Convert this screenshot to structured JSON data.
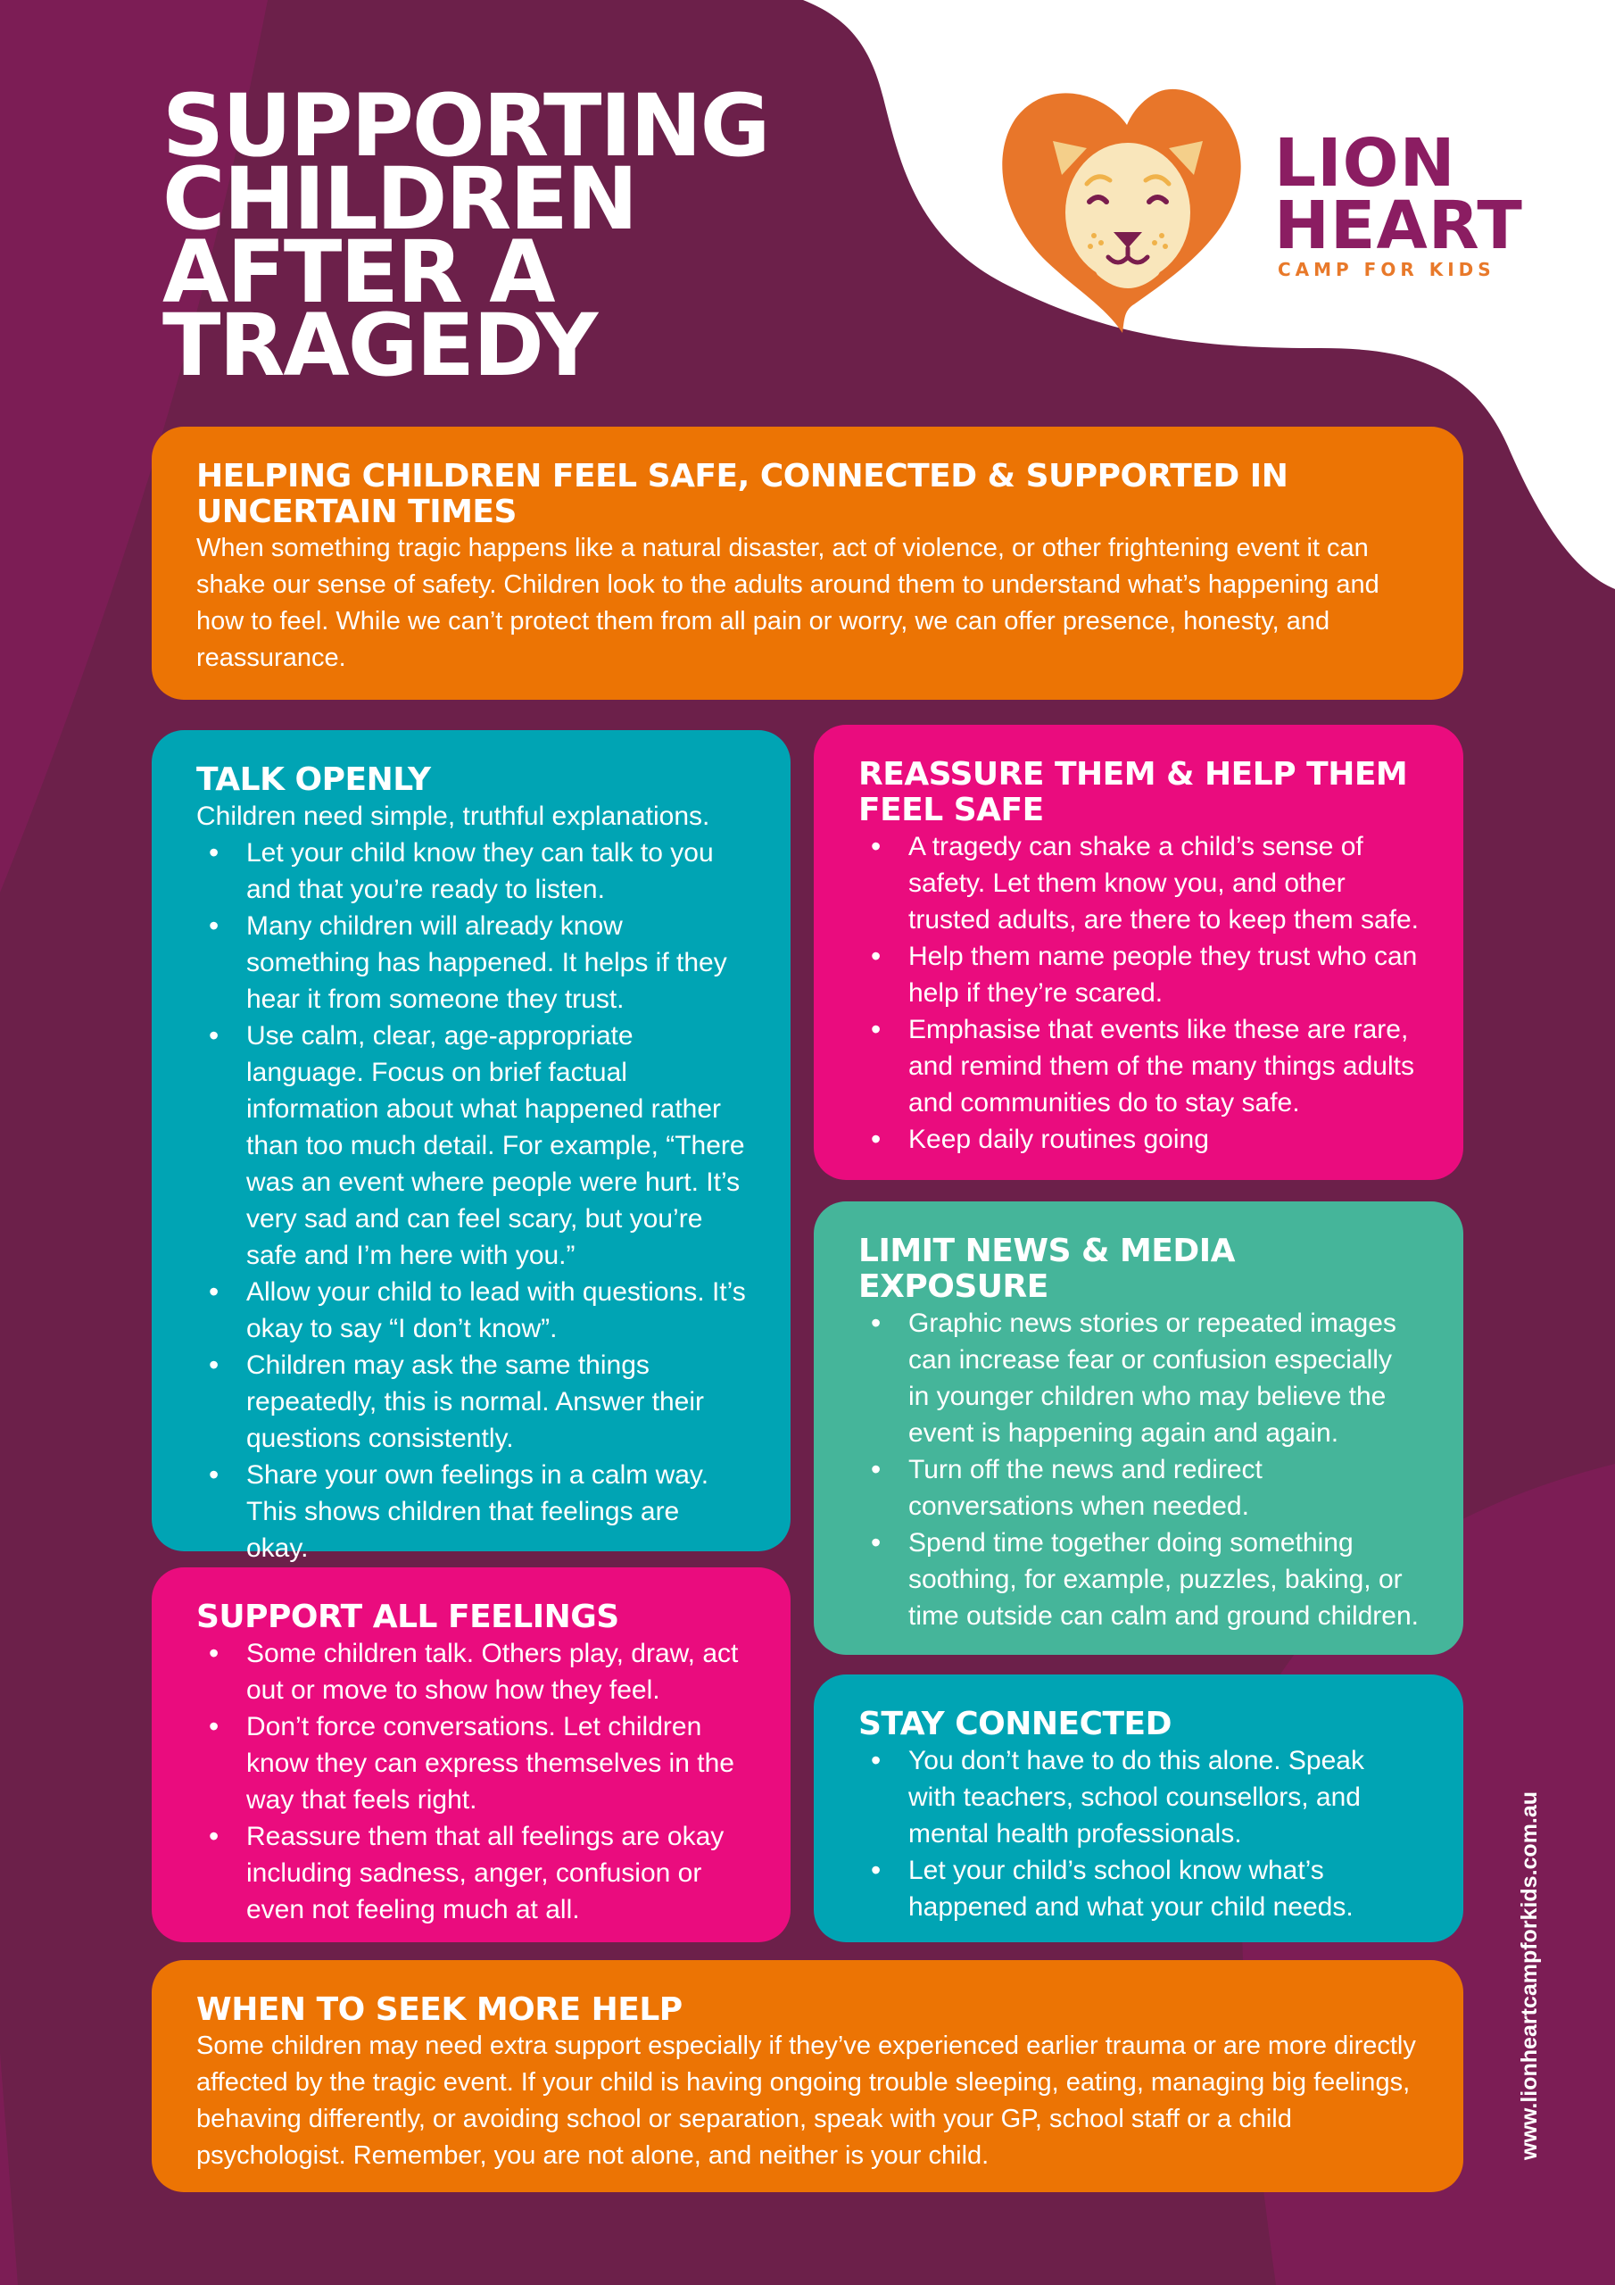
{
  "title": {
    "lines": [
      "SUPPORTING",
      "CHILDREN",
      "AFTER A",
      "TRAGEDY"
    ]
  },
  "logo": {
    "icon": "lion-heart-icon",
    "word_line1": "LION",
    "word_line2": "HEART",
    "tagline": "CAMP FOR KIDS"
  },
  "colors": {
    "background_plum": "#6c204a",
    "background_magenta": "#7c1d55",
    "orange": "#ec7404",
    "teal": "#00a4b4",
    "pink": "#ea0c7e",
    "green": "#45b59a",
    "logo_purple": "#8b1d62",
    "logo_orange": "#e8792a"
  },
  "sections": {
    "intro": {
      "heading": "HELPING CHILDREN FEEL SAFE, CONNECTED & SUPPORTED IN UNCERTAIN TIMES",
      "body": "When something tragic happens like a natural disaster, act of violence, or other frightening event it can shake our sense of safety. Children look to the adults around them to understand what’s happening and how to feel. While we can’t protect them from all pain or worry, we can offer presence, honesty, and reassurance."
    },
    "talk_openly": {
      "heading": "TALK OPENLY",
      "intro": "Children need simple, truthful explanations.",
      "bullets": [
        "Let your child know they can talk to you and that you’re ready to listen.",
        "Many children will already know something has happened. It helps if they hear it from someone they trust.",
        "Use calm, clear, age-appropriate language. Focus on brief factual information about what happened rather than too much detail. For example, “There was an event where people were hurt. It’s very sad and can feel scary, but you’re safe and I’m here with you.”",
        "Allow your child to lead with questions. It’s okay to say “I don’t know”.",
        "Children may ask the same things repeatedly, this is normal. Answer their questions consistently.",
        "Share your own feelings in a calm way. This shows children that feelings are okay."
      ]
    },
    "reassure": {
      "heading": "REASSURE THEM & HELP THEM FEEL SAFE",
      "bullets": [
        "A tragedy can shake a child’s sense of safety. Let them know you, and other trusted adults, are there to keep them safe.",
        "Help them name people they trust who can help if they’re scared.",
        "Emphasise that events like these are rare, and remind them of the many things adults and communities do to stay safe.",
        "Keep daily routines going"
      ]
    },
    "limit_news": {
      "heading": "LIMIT NEWS & MEDIA EXPOSURE",
      "bullets": [
        "Graphic news stories or repeated images can increase fear or confusion especially in younger children who may believe the event is happening again and again.",
        "Turn off the news and redirect conversations when needed.",
        "Spend time together doing something soothing, for example, puzzles, baking, or time outside can calm and ground children."
      ]
    },
    "support_feelings": {
      "heading": "SUPPORT ALL FEELINGS",
      "bullets": [
        "Some children talk. Others play, draw, act out or move to show how they feel.",
        "Don’t force conversations. Let children know they can express themselves in the way that feels right.",
        "Reassure them that all feelings are okay including sadness, anger, confusion or even not feeling much at all."
      ]
    },
    "stay_connected": {
      "heading": "STAY CONNECTED",
      "bullets": [
        "You don’t have to do this alone. Speak with teachers, school counsellors, and mental health professionals.",
        "Let your child’s school know what’s happened and what your child needs."
      ]
    },
    "seek_help": {
      "heading": "WHEN TO SEEK MORE HELP",
      "body": "Some children may need extra support especially if they’ve experienced earlier trauma or are more directly affected by the tragic event. If your child is having ongoing trouble sleeping, eating, managing big feelings, behaving differently, or avoiding school or separation, speak with your GP, school staff or a child psychologist. Remember, you are not alone, and neither is your child."
    }
  },
  "footer": {
    "website": "www.lionheartcampforkids.com.au"
  }
}
